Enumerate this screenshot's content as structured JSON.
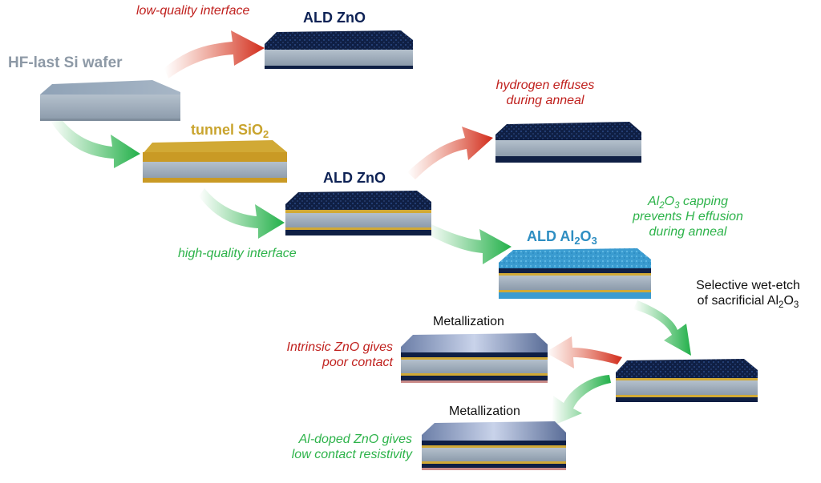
{
  "labels": {
    "hf_wafer": "HF-last Si wafer",
    "low_quality_interface": "low-quality interface",
    "ald_zno_top": "ALD ZnO",
    "tunnel_sio2": [
      "tunnel SiO",
      "2"
    ],
    "hydrogen_effuses": [
      "hydrogen effuses",
      "during anneal"
    ],
    "ald_zno_mid": "ALD ZnO",
    "high_quality_interface": "high-quality interface",
    "al2o3_capping": [
      "Al",
      "2",
      "O",
      "3",
      " capping",
      "prevents H effusion",
      "during anneal"
    ],
    "ald_al2o3": [
      "ALD Al",
      "2",
      "O",
      "3"
    ],
    "selective_etch": [
      "Selective wet-etch",
      "of sacrificial Al",
      "2",
      "O",
      "3"
    ],
    "metallization_top": "Metallization",
    "intrinsic_zno": [
      "Intrinsic ZnO gives",
      "poor contact"
    ],
    "metallization_bottom": "Metallization",
    "al_doped_zno": [
      "Al-doped ZnO gives",
      "low contact resistivity"
    ]
  },
  "colors": {
    "red": "#c0211e",
    "green": "#2db34a",
    "navy": "#0e2255",
    "wafer_grey": "#8d99a6",
    "gold": "#c9a42e",
    "teal": "#2e8ec2"
  }
}
